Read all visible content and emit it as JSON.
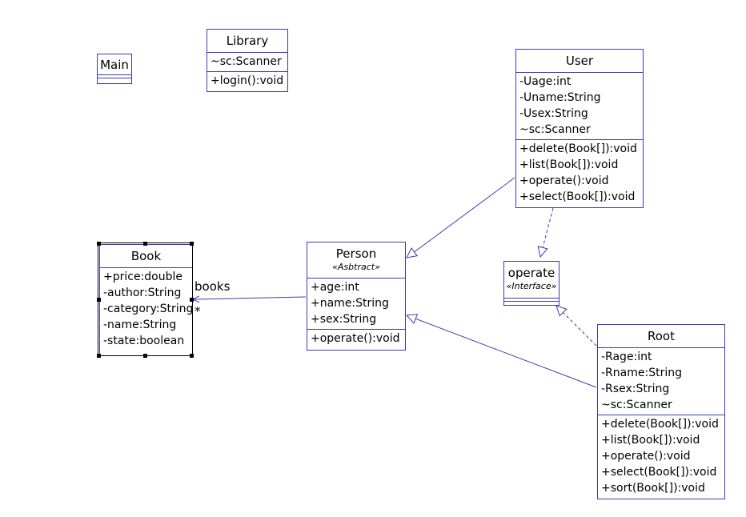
{
  "classes": {
    "main": {
      "name": "Main",
      "attributes": [],
      "operations": []
    },
    "library": {
      "name": "Library",
      "attributes": [
        "~sc:Scanner"
      ],
      "operations": [
        "+login():void"
      ]
    },
    "user": {
      "name": "User",
      "attributes": [
        "-Uage:int",
        "-Uname:String",
        "-Usex:String",
        "~sc:Scanner"
      ],
      "operations": [
        "+delete(Book[]):void",
        "+list(Book[]):void",
        "+operate():void",
        "+select(Book[]):void"
      ]
    },
    "book": {
      "name": "Book",
      "attributes": [
        "+price:double",
        "-author:String",
        "-category:String",
        "-name:String",
        "-state:boolean"
      ],
      "operations": []
    },
    "person": {
      "name": "Person",
      "stereotype": "«Asbtract»",
      "attributes": [
        "+age:int",
        "+name:String",
        "+sex:String"
      ],
      "operations": [
        "+operate():void"
      ]
    },
    "operate": {
      "name": "operate",
      "stereotype": "«Interface»",
      "attributes": [],
      "operations": []
    },
    "root": {
      "name": "Root",
      "attributes": [
        "-Rage:int",
        "-Rname:String",
        "-Rsex:String",
        "~sc:Scanner"
      ],
      "operations": [
        "+delete(Book[]):void",
        "+list(Book[]):void",
        "+operate():void",
        "+select(Book[]):void",
        "+sort(Book[]):void"
      ]
    }
  },
  "association": {
    "role": "books",
    "multiplicity": "*"
  },
  "colors": {
    "line": "#3b3bb5",
    "selection_handle": "#000000"
  }
}
